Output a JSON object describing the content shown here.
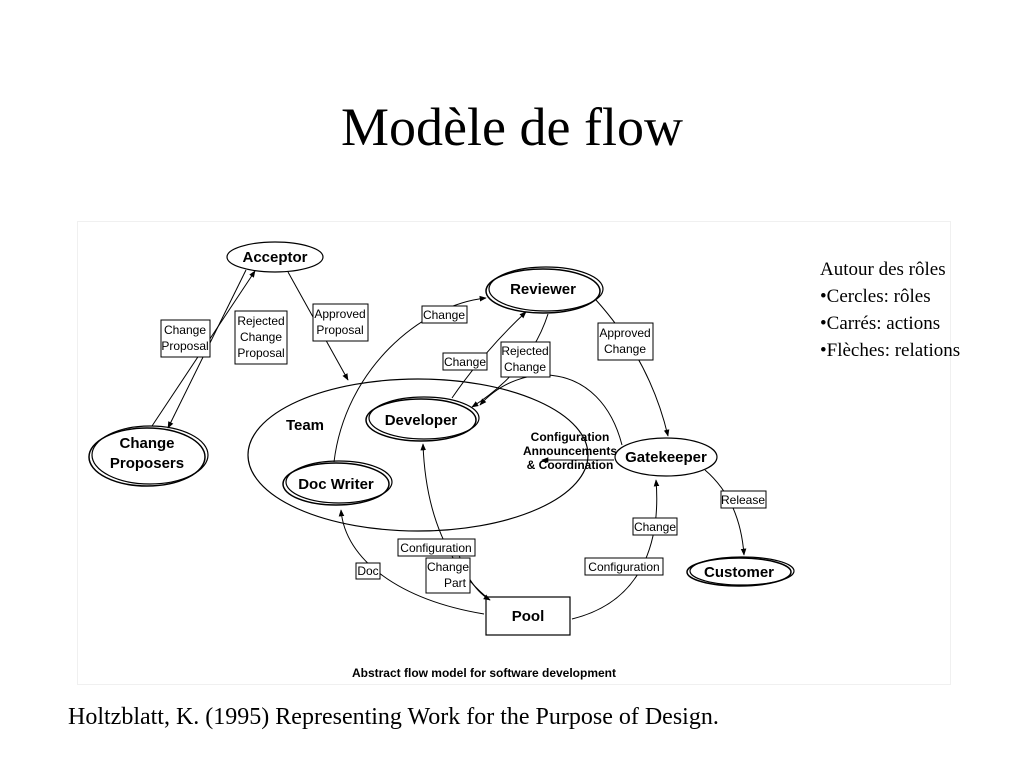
{
  "title": "Modèle de flow",
  "legend": {
    "heading": "Autour des rôles",
    "items": [
      "•Cercles:  rôles",
      "•Carrés:  actions",
      "•Flèches:  relations"
    ]
  },
  "reference": "Holtzblatt, K.  (1995)  Representing Work for the Purpose of Design.",
  "diagram": {
    "caption": "Abstract flow model for software development",
    "nodes": {
      "acceptor": "Acceptor",
      "reviewer": "Reviewer",
      "change_proposers": [
        "Change",
        "Proposers"
      ],
      "team": "Team",
      "developer": "Developer",
      "doc_writer": "Doc Writer",
      "gatekeeper": "Gatekeeper",
      "customer": "Customer",
      "pool": "Pool"
    },
    "labels": {
      "change_proposal": [
        "Change",
        "Proposal"
      ],
      "rejected_change_proposal": [
        "Rejected",
        "Change",
        "Proposal"
      ],
      "approved_proposal": [
        "Approved",
        "Proposal"
      ],
      "change_to_reviewer": "Change",
      "change_dev": "Change",
      "rejected_change": [
        "Rejected",
        "Change"
      ],
      "approved_change": [
        "Approved",
        "Change"
      ],
      "config_announcements": [
        "Configuration",
        "Announcements",
        "& Coordination"
      ],
      "release": "Release",
      "change_gate": "Change",
      "configuration_gate": "Configuration",
      "doc": "Doc",
      "configuration_dev": "Configuration",
      "change_part": [
        "Change",
        "Part"
      ]
    }
  }
}
